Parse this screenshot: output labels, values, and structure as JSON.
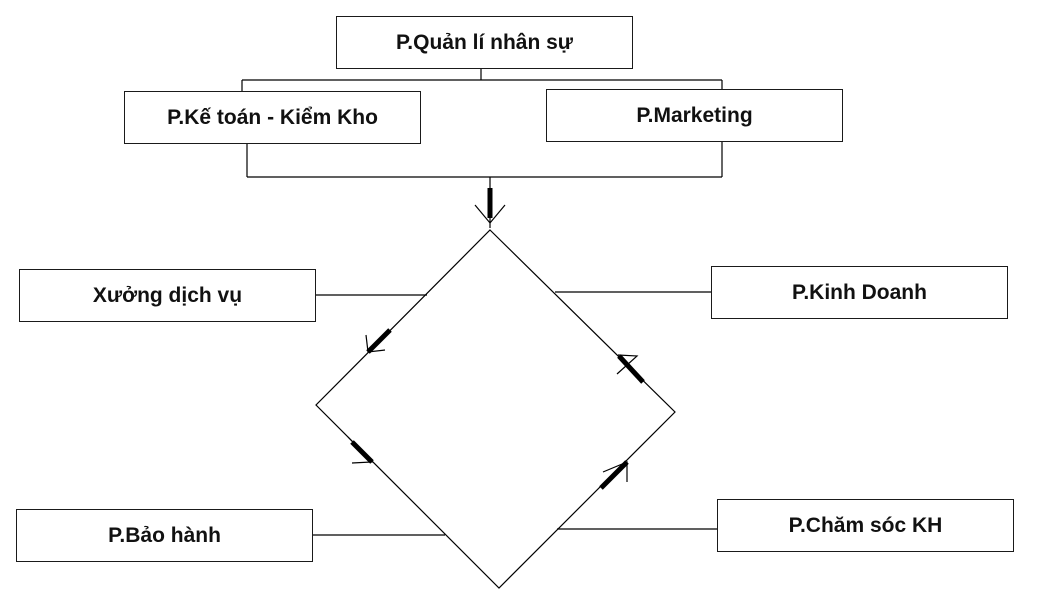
{
  "diagram": {
    "nodes": {
      "hr": "P.Quản lí nhân sự",
      "accounting": "P.Kế toán - Kiểm Kho",
      "marketing": "P.Marketing",
      "workshop": "Xưởng dịch vụ",
      "sales": "P.Kinh Doanh",
      "warranty": "P.Bảo hành",
      "customer_care": "P.Chăm sóc KH"
    },
    "colors": {
      "line": "#000000",
      "border": "#1a1a1a",
      "text": "#111111"
    }
  }
}
